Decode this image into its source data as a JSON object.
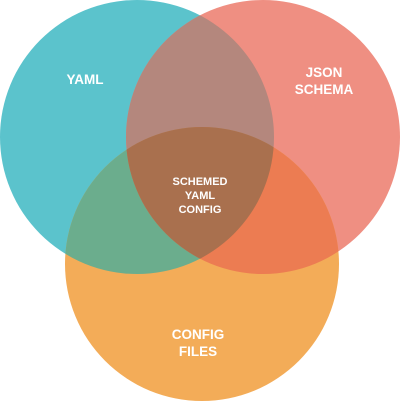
{
  "colors": {
    "yaml": "#5bc3cc",
    "json_schema": "#ef8f82",
    "config_files": "#f3ac58",
    "yaml_json_overlap": "#b4877d",
    "yaml_config_overlap": "#6bad8d",
    "json_config_overlap": "#ec7c52",
    "center_overlap": "#a9704e"
  },
  "diagram": {
    "sets": {
      "yaml": {
        "label": "YAML"
      },
      "json_schema": {
        "label_line1": "JSON",
        "label_line2": "SCHEMA"
      },
      "config_files": {
        "label_line1": "CONFIG",
        "label_line2": "FILES"
      }
    },
    "center": {
      "line1": "SCHEMED",
      "line2": "YAML",
      "line3": "CONFIG"
    }
  }
}
